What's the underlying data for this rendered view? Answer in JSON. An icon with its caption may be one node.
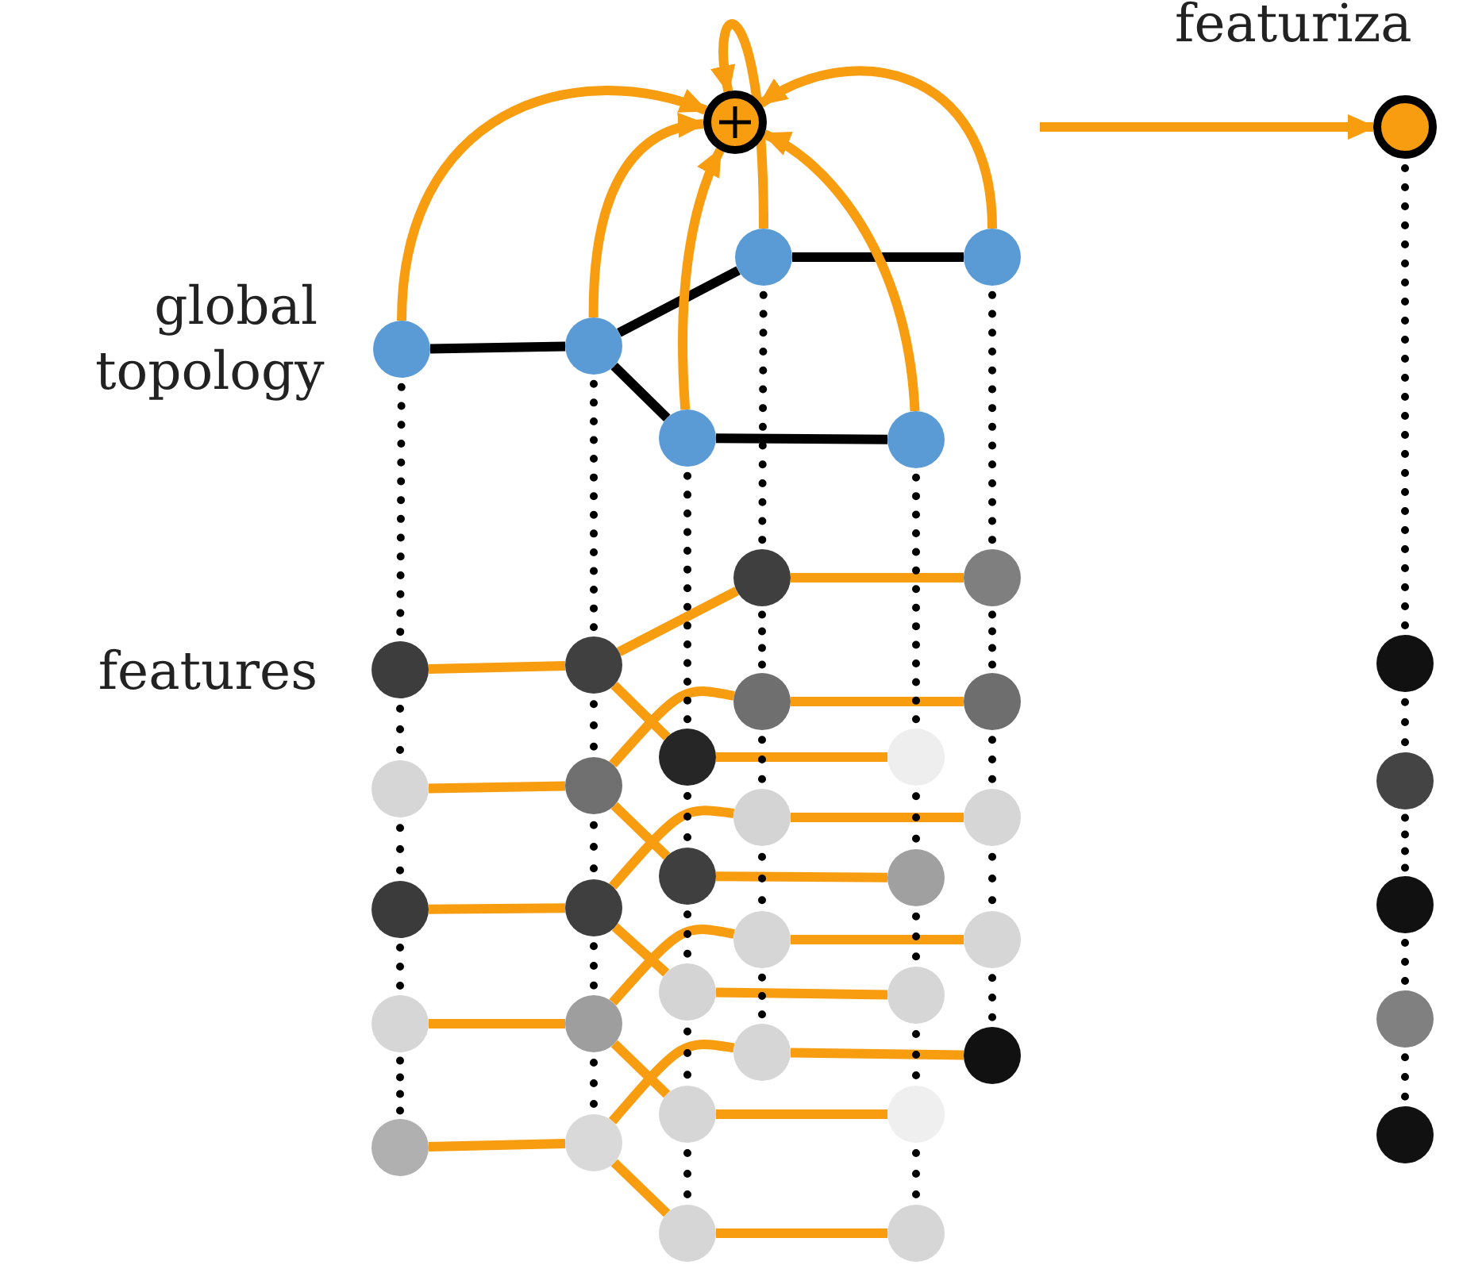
{
  "diagram": {
    "nodes": [
      {
        "text": [],
        "shape": "circle"
      },
      {
        "text": [],
        "shape": "circle"
      },
      {
        "text": [],
        "shape": "circle"
      },
      {
        "text": [],
        "shape": "circle"
      },
      {
        "text": [],
        "shape": "circle"
      },
      {
        "text": [],
        "shape": "circle"
      },
      {
        "text": [],
        "shape": "circle"
      },
      {
        "text": [],
        "shape": "circle"
      },
      {
        "text": [],
        "shape": "circle"
      },
      {
        "text": [],
        "shape": "circle"
      },
      {
        "text": [],
        "shape": "circle"
      },
      {
        "text": [],
        "shape": "circle"
      },
      {
        "text": [],
        "shape": "circle"
      },
      {
        "text": [],
        "shape": "circle"
      },
      {
        "text": [],
        "shape": "circle"
      },
      {
        "text": [],
        "shape": "circle"
      },
      {
        "text": [],
        "shape": "circle"
      },
      {
        "text": [],
        "shape": "circle"
      },
      {
        "text": [],
        "shape": "circle"
      },
      {
        "text": [],
        "shape": "circle"
      },
      {
        "text": [],
        "shape": "circle"
      },
      {
        "text": [],
        "shape": "circle"
      },
      {
        "text": [],
        "shape": "circle"
      },
      {
        "text": [],
        "shape": "circle"
      },
      {
        "text": [],
        "shape": "circle"
      },
      {
        "text": [],
        "shape": "circle"
      },
      {
        "text": [],
        "shape": "circle"
      },
      {
        "text": [],
        "shape": "circle"
      },
      {
        "text": [],
        "shape": "circle"
      },
      {
        "text": [],
        "shape": "circle"
      },
      {
        "text": [],
        "shape": "circle"
      },
      {
        "text": [],
        "shape": "circle"
      },
      {
        "text": [],
        "shape": "circle"
      },
      {
        "text": [],
        "shape": "circle"
      },
      {
        "text": [],
        "shape": "circle"
      },
      {
        "text": [],
        "shape": "circle"
      },
      {
        "text": [],
        "shape": "circle"
      },
      {
        "text": [],
        "shape": "circle"
      },
      {
        "text": [],
        "shape": "circle"
      },
      {
        "text": [],
        "shape": "circle"
      },
      {
        "text": [],
        "shape": "circle"
      },
      {
        "text": [],
        "shape": "circle"
      },
      {
        "text": [],
        "shape": "circle"
      }
    ],
    "edges": [
      {
        "from": 2,
        "to": 3,
        "arrow": "none",
        "color": "#000000"
      },
      {
        "from": 3,
        "to": 5,
        "arrow": "none",
        "color": "#000000"
      },
      {
        "from": 3,
        "to": 4,
        "arrow": "none",
        "color": "#000000"
      },
      {
        "from": 5,
        "to": 7,
        "arrow": "none",
        "color": "#000000"
      },
      {
        "from": 4,
        "to": 6,
        "arrow": "none",
        "color": "#000000"
      },
      {
        "from": 2,
        "to": 0,
        "arrow": "to",
        "color": "#f89c10"
      },
      {
        "from": 3,
        "to": 0,
        "arrow": "to",
        "color": "#f89c10"
      },
      {
        "from": 4,
        "to": 0,
        "arrow": "to",
        "color": "#f89c10"
      },
      {
        "from": 5,
        "to": 0,
        "arrow": "to",
        "color": "#f89c10"
      },
      {
        "from": 6,
        "to": 0,
        "arrow": "to",
        "color": "#f89c10"
      },
      {
        "from": 7,
        "to": 0,
        "arrow": "to",
        "color": "#f89c10"
      },
      {
        "from": null,
        "to": 1,
        "arrow": "to",
        "color": "#f89c10"
      },
      {
        "from": 8,
        "to": 13,
        "arrow": "none",
        "color": "#f89c10"
      },
      {
        "from": 13,
        "to": 18,
        "arrow": "none",
        "color": "#f89c10"
      },
      {
        "from": 13,
        "to": 23,
        "arrow": "none",
        "color": "#f89c10"
      },
      {
        "from": 18,
        "to": 28,
        "arrow": "none",
        "color": "#f89c10"
      },
      {
        "from": 23,
        "to": 33,
        "arrow": "none",
        "color": "#f89c10"
      },
      {
        "from": 9,
        "to": 14,
        "arrow": "none",
        "color": "#f89c10"
      },
      {
        "from": 14,
        "to": 19,
        "arrow": "none",
        "color": "#f89c10"
      },
      {
        "from": 14,
        "to": 24,
        "arrow": "none",
        "color": "#f89c10"
      },
      {
        "from": 19,
        "to": 29,
        "arrow": "none",
        "color": "#f89c10"
      },
      {
        "from": 24,
        "to": 34,
        "arrow": "none",
        "color": "#f89c10"
      },
      {
        "from": 10,
        "to": 15,
        "arrow": "none",
        "color": "#f89c10"
      },
      {
        "from": 15,
        "to": 20,
        "arrow": "none",
        "color": "#f89c10"
      },
      {
        "from": 15,
        "to": 25,
        "arrow": "none",
        "color": "#f89c10"
      },
      {
        "from": 20,
        "to": 30,
        "arrow": "none",
        "color": "#f89c10"
      },
      {
        "from": 25,
        "to": 35,
        "arrow": "none",
        "color": "#f89c10"
      },
      {
        "from": 11,
        "to": 16,
        "arrow": "none",
        "color": "#f89c10"
      },
      {
        "from": 16,
        "to": 21,
        "arrow": "none",
        "color": "#f89c10"
      },
      {
        "from": 16,
        "to": 26,
        "arrow": "none",
        "color": "#f89c10"
      },
      {
        "from": 21,
        "to": 31,
        "arrow": "none",
        "color": "#f89c10"
      },
      {
        "from": 26,
        "to": 36,
        "arrow": "none",
        "color": "#f89c10"
      },
      {
        "from": 12,
        "to": 17,
        "arrow": "none",
        "color": "#f89c10"
      },
      {
        "from": 17,
        "to": 22,
        "arrow": "none",
        "color": "#f89c10"
      },
      {
        "from": 17,
        "to": 27,
        "arrow": "none",
        "color": "#f89c10"
      },
      {
        "from": 22,
        "to": 32,
        "arrow": "none",
        "color": "#f89c10"
      },
      {
        "from": 27,
        "to": 37,
        "arrow": "none",
        "color": "#f89c10"
      },
      {
        "from": 2,
        "to": 8,
        "arrow": "none",
        "style": "dashed",
        "color": "#000000"
      },
      {
        "from": 8,
        "to": 9,
        "arrow": "none",
        "style": "dashed",
        "color": "#000000"
      },
      {
        "from": 9,
        "to": 10,
        "arrow": "none",
        "style": "dashed",
        "color": "#000000"
      },
      {
        "from": 10,
        "to": 11,
        "arrow": "none",
        "style": "dashed",
        "color": "#000000"
      },
      {
        "from": 11,
        "to": 12,
        "arrow": "none",
        "style": "dashed",
        "color": "#000000"
      },
      {
        "from": 3,
        "to": 13,
        "arrow": "none",
        "style": "dashed",
        "color": "#000000"
      },
      {
        "from": 13,
        "to": 14,
        "arrow": "none",
        "style": "dashed",
        "color": "#000000"
      },
      {
        "from": 14,
        "to": 15,
        "arrow": "none",
        "style": "dashed",
        "color": "#000000"
      },
      {
        "from": 15,
        "to": 16,
        "arrow": "none",
        "style": "dashed",
        "color": "#000000"
      },
      {
        "from": 16,
        "to": 17,
        "arrow": "none",
        "style": "dashed",
        "color": "#000000"
      },
      {
        "from": 4,
        "to": 18,
        "arrow": "none",
        "style": "dashed",
        "color": "#000000"
      },
      {
        "from": 18,
        "to": 19,
        "arrow": "none",
        "style": "dashed",
        "color": "#000000"
      },
      {
        "from": 19,
        "to": 20,
        "arrow": "none",
        "style": "dashed",
        "color": "#000000"
      },
      {
        "from": 20,
        "to": 21,
        "arrow": "none",
        "style": "dashed",
        "color": "#000000"
      },
      {
        "from": 21,
        "to": 22,
        "arrow": "none",
        "style": "dashed",
        "color": "#000000"
      },
      {
        "from": 5,
        "to": 23,
        "arrow": "none",
        "style": "dashed",
        "color": "#000000"
      },
      {
        "from": 23,
        "to": 24,
        "arrow": "none",
        "style": "dashed",
        "color": "#000000"
      },
      {
        "from": 24,
        "to": 25,
        "arrow": "none",
        "style": "dashed",
        "color": "#000000"
      },
      {
        "from": 25,
        "to": 26,
        "arrow": "none",
        "style": "dashed",
        "color": "#000000"
      },
      {
        "from": 26,
        "to": 27,
        "arrow": "none",
        "style": "dashed",
        "color": "#000000"
      },
      {
        "from": 6,
        "to": 28,
        "arrow": "none",
        "style": "dashed",
        "color": "#000000"
      },
      {
        "from": 28,
        "to": 29,
        "arrow": "none",
        "style": "dashed",
        "color": "#000000"
      },
      {
        "from": 29,
        "to": 30,
        "arrow": "none",
        "style": "dashed",
        "color": "#000000"
      },
      {
        "from": 30,
        "to": 31,
        "arrow": "none",
        "style": "dashed",
        "color": "#000000"
      },
      {
        "from": 31,
        "to": 32,
        "arrow": "none",
        "style": "dashed",
        "color": "#000000"
      },
      {
        "from": 7,
        "to": 33,
        "arrow": "none",
        "style": "dashed",
        "color": "#000000"
      },
      {
        "from": 33,
        "to": 34,
        "arrow": "none",
        "style": "dashed",
        "color": "#000000"
      },
      {
        "from": 34,
        "to": 35,
        "arrow": "none",
        "style": "dashed",
        "color": "#000000"
      },
      {
        "from": 35,
        "to": 36,
        "arrow": "none",
        "style": "dashed",
        "color": "#000000"
      },
      {
        "from": 36,
        "to": 37,
        "arrow": "none",
        "style": "dashed",
        "color": "#000000"
      },
      {
        "from": 1,
        "to": 38,
        "arrow": "none",
        "style": "dashed",
        "color": "#000000"
      },
      {
        "from": 38,
        "to": 39,
        "arrow": "none",
        "style": "dashed",
        "color": "#000000"
      },
      {
        "from": 39,
        "to": 40,
        "arrow": "none",
        "style": "dashed",
        "color": "#000000"
      },
      {
        "from": 40,
        "to": 41,
        "arrow": "none",
        "style": "dashed",
        "color": "#000000"
      },
      {
        "from": 41,
        "to": 42,
        "arrow": "none",
        "style": "dashed",
        "color": "#000000"
      }
    ],
    "labels": [
      "global topology",
      "features",
      "featuriza"
    ]
  }
}
